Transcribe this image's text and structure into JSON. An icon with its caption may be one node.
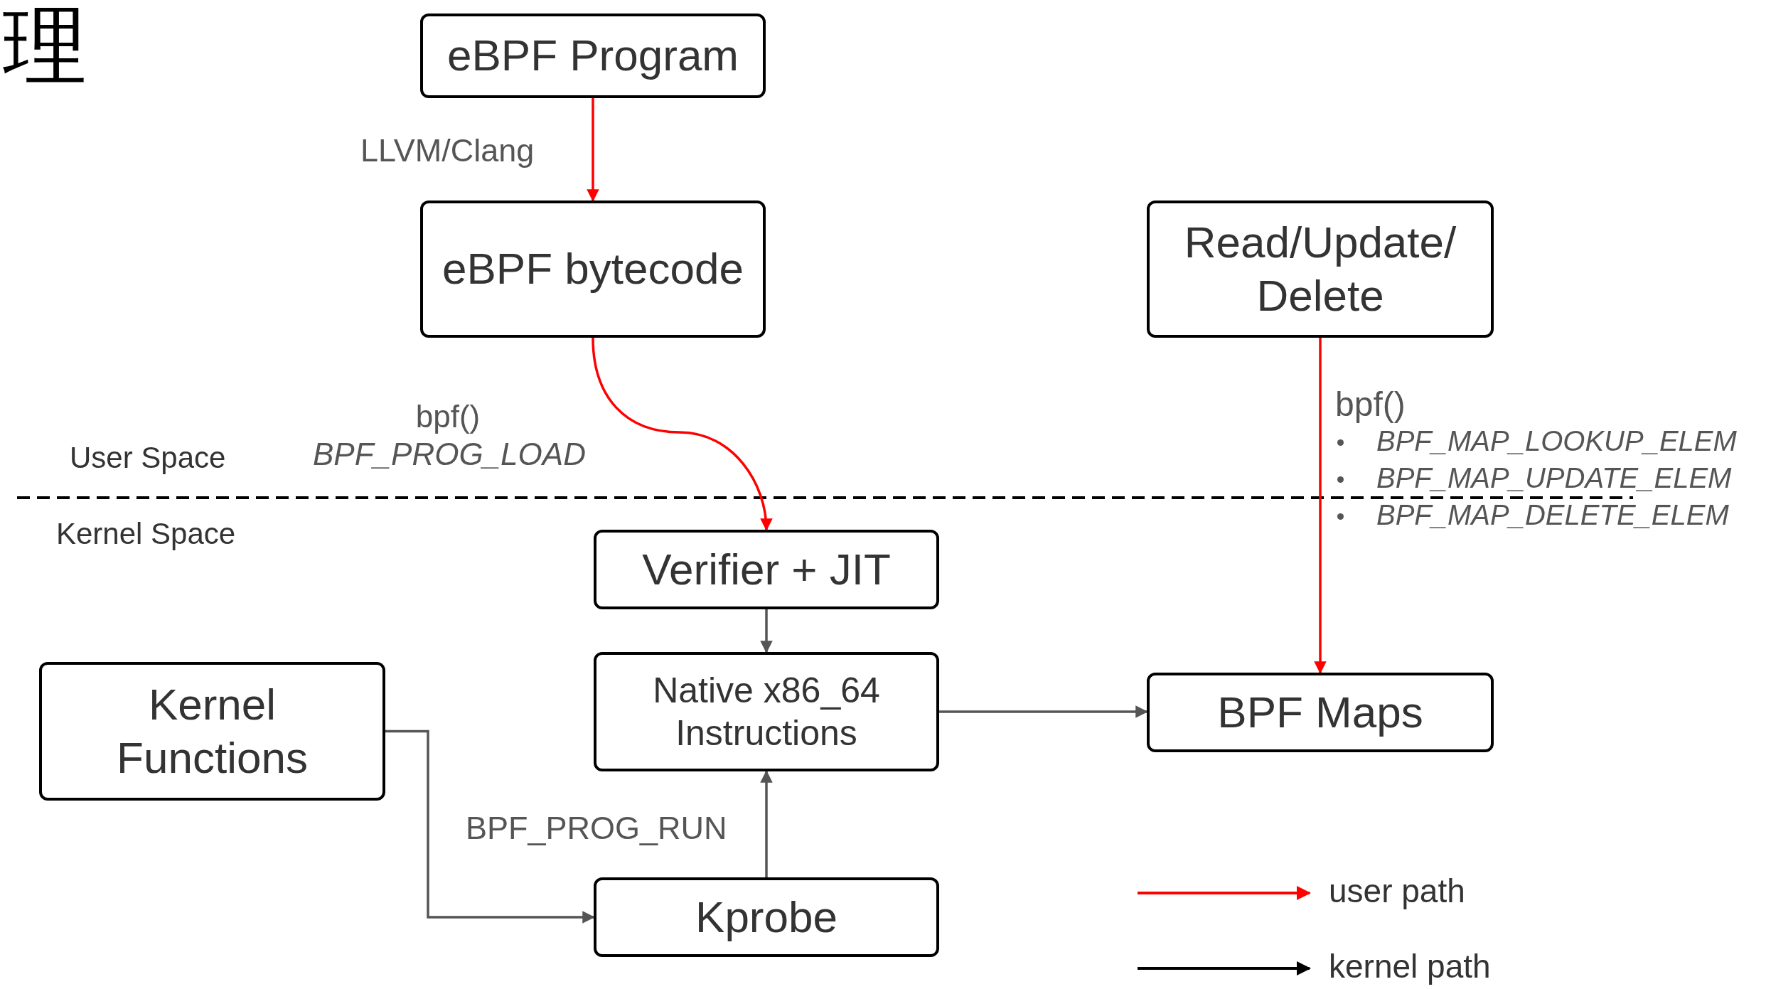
{
  "diagram": {
    "title": "理",
    "nodes": [
      {
        "text": [
          "eBPF Program"
        ]
      },
      {
        "text": [
          "eBPF bytecode"
        ]
      },
      {
        "text": [
          "Read/Update/ Delete"
        ]
      },
      {
        "text": [
          "Verifier + JIT"
        ]
      },
      {
        "text": [
          "Kernel Functions"
        ]
      },
      {
        "text": [
          "Native x86_64 Instructions"
        ]
      },
      {
        "text": [
          "BPF Maps"
        ]
      },
      {
        "text": [
          "Kprobe"
        ]
      }
    ],
    "edges": [
      {
        "from": 0,
        "to": 1,
        "arrow": "to",
        "label": "LLVM/Clang",
        "color": "#ff0000"
      },
      {
        "from": 1,
        "to": 3,
        "arrow": "to",
        "label": "bpf() *BPF_PROG_LOAD*",
        "color": "#ff0000"
      },
      {
        "from": 2,
        "to": 6,
        "arrow": "to",
        "label": "bpf()",
        "color": "#ff0000"
      },
      {
        "from": 3,
        "to": 5,
        "arrow": "to"
      },
      {
        "from": 5,
        "to": 6,
        "arrow": "to"
      },
      {
        "from": 7,
        "to": 5,
        "arrow": "to",
        "label": "BPF_PROG_RUN"
      },
      {
        "from": 4,
        "to": 7,
        "arrow": "to"
      }
    ],
    "labels": [
      "User Space",
      "Kernel Space",
      "BPF_MAP_LOOKUP_ELEM",
      "BPF_MAP_UPDATE_ELEM",
      "BPF_MAP_DELETE_ELEM"
    ],
    "legend": [
      {
        "text": "user path"
      },
      {
        "text": "kernel path"
      }
    ]
  }
}
